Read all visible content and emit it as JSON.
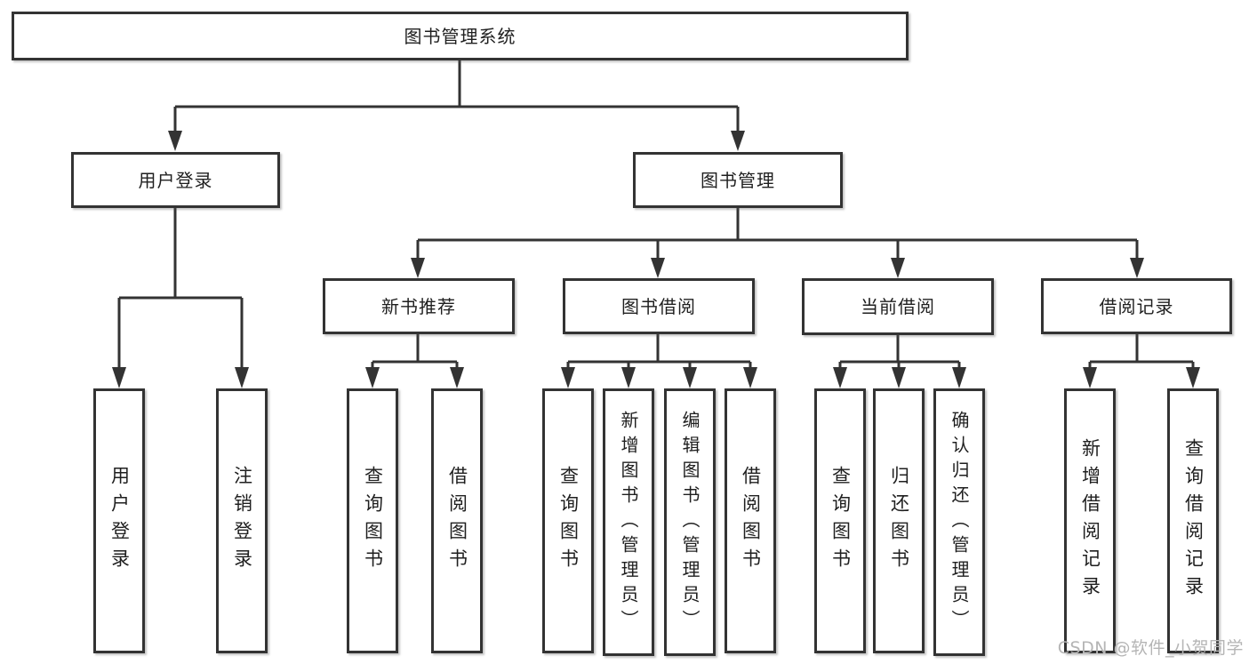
{
  "diagram": {
    "type": "tree",
    "title": "图书管理系统",
    "level2": [
      {
        "label": "用户登录"
      },
      {
        "label": "图书管理"
      }
    ],
    "level3": [
      {
        "label": "新书推荐"
      },
      {
        "label": "图书借阅"
      },
      {
        "label": "当前借阅"
      },
      {
        "label": "借阅记录"
      }
    ],
    "leaves": {
      "user_login": [
        {
          "label": "用户登录"
        },
        {
          "label": "注销登录"
        }
      ],
      "new_book_rec": [
        {
          "label": "查询图书"
        },
        {
          "label": "借阅图书"
        }
      ],
      "book_borrow": [
        {
          "label": "查询图书"
        },
        {
          "label": "新增图书（管理员）"
        },
        {
          "label": "编辑图书（管理员）"
        },
        {
          "label": "借阅图书"
        }
      ],
      "current_borrow": [
        {
          "label": "查询图书"
        },
        {
          "label": "归还图书"
        },
        {
          "label": "确认归还（管理员）"
        }
      ],
      "borrow_records": [
        {
          "label": "新增借阅记录"
        },
        {
          "label": "查询借阅记录"
        }
      ]
    }
  },
  "watermark": "CSDN @软件_小贺同学",
  "colors": {
    "line": "#333333",
    "border": "#333333",
    "text": "#1f1f1f",
    "background": "#ffffff",
    "watermark": "#b5b5b5"
  }
}
